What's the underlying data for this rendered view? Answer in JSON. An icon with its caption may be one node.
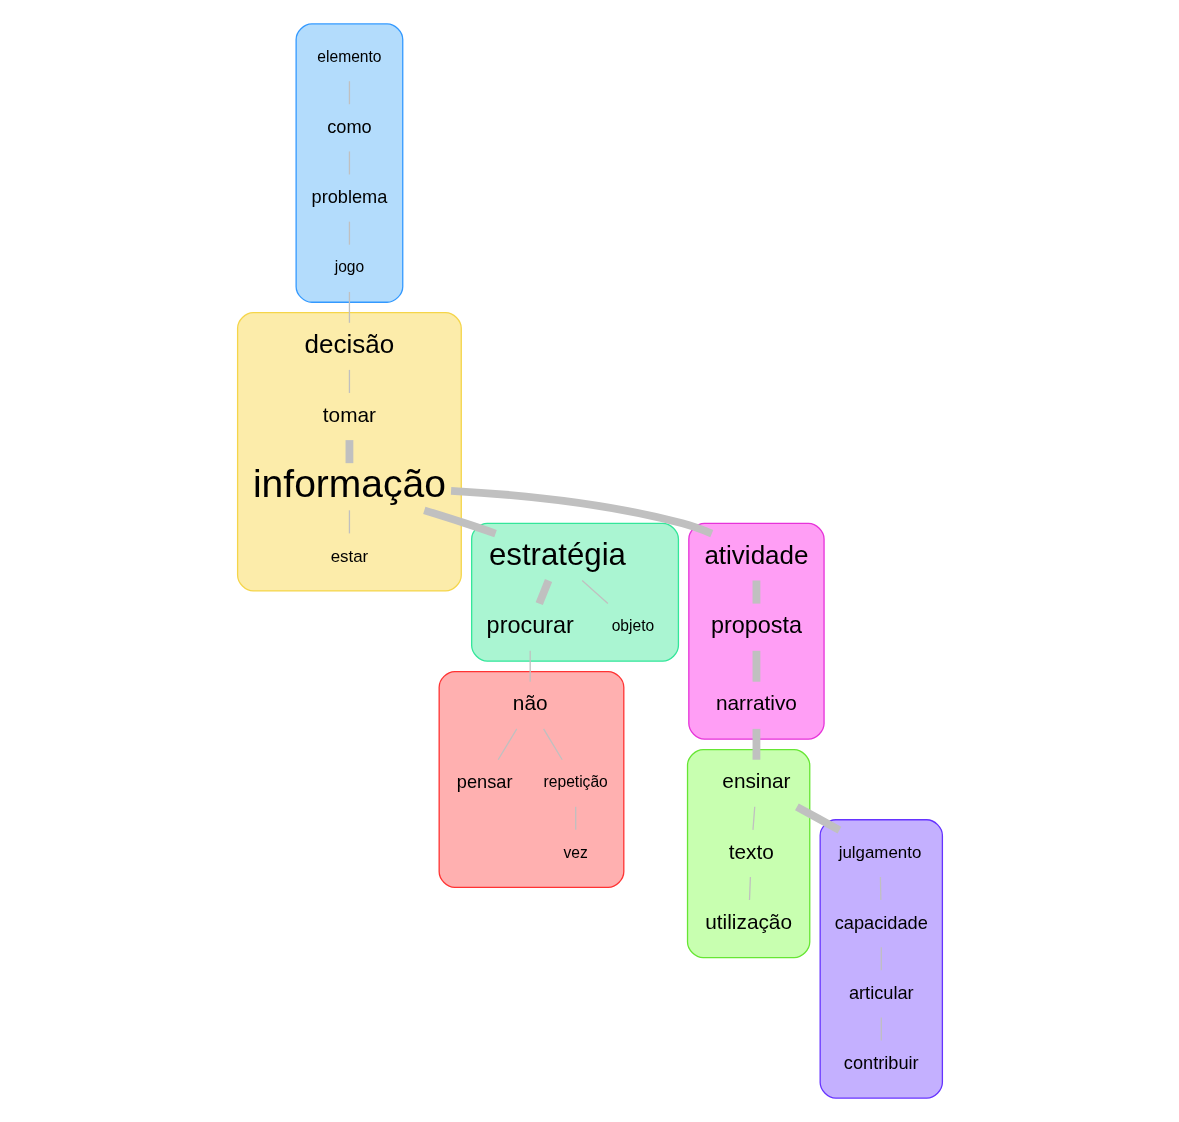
{
  "diagram": {
    "nodes": [
      {
        "text": [],
        "shape": "blob"
      },
      {
        "text": [
          "elemento"
        ],
        "in": 0
      },
      {
        "text": [
          "como"
        ],
        "in": 0
      },
      {
        "text": [
          "problema"
        ],
        "in": 0
      },
      {
        "text": [
          "jogo"
        ],
        "in": 0
      },
      {
        "text": [],
        "shape": "blob"
      },
      {
        "text": [
          "vez"
        ],
        "in": 5
      },
      {
        "text": [
          "pensar"
        ],
        "in": 5
      },
      {
        "text": [
          "repetição"
        ],
        "in": 5
      },
      {
        "text": [
          "não"
        ],
        "in": 5
      },
      {
        "text": [],
        "shape": "blob"
      },
      {
        "text": [
          "procurar"
        ],
        "in": 10
      },
      {
        "text": [
          "estratégia"
        ],
        "in": 10
      },
      {
        "text": [
          "objeto"
        ],
        "in": 10
      },
      {
        "text": [],
        "shape": "blob"
      },
      {
        "text": [
          "decisão"
        ],
        "in": 14
      },
      {
        "text": [
          "tomar"
        ],
        "in": 14
      },
      {
        "text": [
          "informação"
        ],
        "in": 14
      },
      {
        "text": [
          "estar"
        ],
        "in": 14
      },
      {
        "text": [],
        "shape": "blob"
      },
      {
        "text": [
          "atividade"
        ],
        "in": 19
      },
      {
        "text": [
          "proposta"
        ],
        "in": 19
      },
      {
        "text": [
          "narrativo"
        ],
        "in": 19
      },
      {
        "text": [],
        "shape": "blob"
      },
      {
        "text": [
          "ensinar"
        ],
        "in": 23
      },
      {
        "text": [
          "texto"
        ],
        "in": 23
      },
      {
        "text": [
          "utilização"
        ],
        "in": 23
      },
      {
        "text": [],
        "shape": "blob"
      },
      {
        "text": [
          "julgamento"
        ],
        "in": 27
      },
      {
        "text": [
          "capacidade"
        ],
        "in": 27
      },
      {
        "text": [
          "articular"
        ],
        "in": 27
      },
      {
        "text": [
          "contribuir"
        ],
        "in": 27
      }
    ],
    "edges": [
      {
        "from": 1,
        "to": 2,
        "arrow": "none"
      },
      {
        "from": 2,
        "to": 3,
        "arrow": "none"
      },
      {
        "from": 3,
        "to": 4,
        "arrow": "none"
      },
      {
        "from": 4,
        "to": 15,
        "arrow": "none"
      },
      {
        "from": 15,
        "to": 16,
        "arrow": "none"
      },
      {
        "from": 16,
        "to": 17,
        "arrow": "none",
        "style": "thick"
      },
      {
        "from": 17,
        "to": 18,
        "arrow": "none"
      },
      {
        "from": 17,
        "to": 12,
        "arrow": "none",
        "style": "thick"
      },
      {
        "from": 12,
        "to": 11,
        "arrow": "none",
        "style": "thick"
      },
      {
        "from": 12,
        "to": 13,
        "arrow": "none"
      },
      {
        "from": 11,
        "to": 9,
        "arrow": "none"
      },
      {
        "from": 9,
        "to": 7,
        "arrow": "none"
      },
      {
        "from": 9,
        "to": 8,
        "arrow": "none"
      },
      {
        "from": 8,
        "to": 6,
        "arrow": "none"
      },
      {
        "from": 17,
        "to": 20,
        "arrow": "none",
        "style": "thick"
      },
      {
        "from": 20,
        "to": 21,
        "arrow": "none",
        "style": "thick"
      },
      {
        "from": 21,
        "to": 22,
        "arrow": "none",
        "style": "thick"
      },
      {
        "from": 22,
        "to": 24,
        "arrow": "none",
        "style": "thick"
      },
      {
        "from": 24,
        "to": 25,
        "arrow": "none"
      },
      {
        "from": 25,
        "to": 26,
        "arrow": "none"
      },
      {
        "from": 24,
        "to": 28,
        "arrow": "none",
        "style": "thick"
      },
      {
        "from": 28,
        "to": 29,
        "arrow": "none"
      },
      {
        "from": 29,
        "to": 30,
        "arrow": "none"
      },
      {
        "from": 30,
        "to": 31,
        "arrow": "none"
      }
    ]
  }
}
